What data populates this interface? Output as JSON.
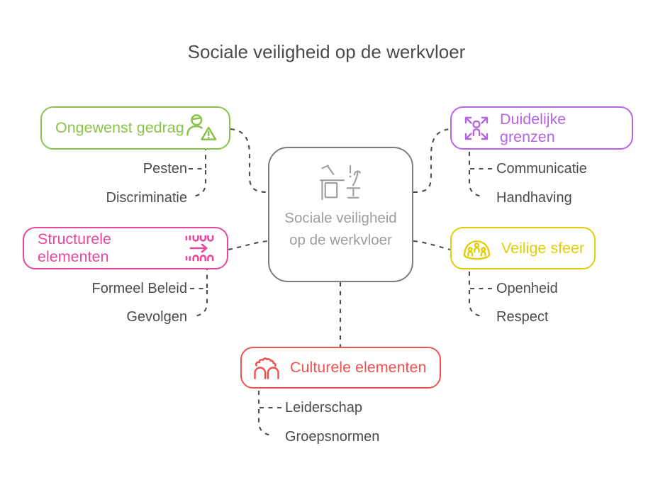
{
  "title": "Sociale veiligheid op de werkvloer",
  "palette": {
    "text_dark": "#4b4b4b",
    "connector": "#4d4d4d",
    "center_border": "#7d7d7d",
    "center_text": "#9e9e9e",
    "background": "#ffffff"
  },
  "center_node": {
    "label": "Sociale veiligheid op de werkvloer",
    "icon": "workplace-desk-chair-icon"
  },
  "branches": [
    {
      "label": "Ongewenst gedrag",
      "color": "#8bc34a",
      "icon": "person-warning-icon",
      "children": [
        "Pesten",
        "Discriminatie"
      ]
    },
    {
      "label": "Duidelijke grenzen",
      "color": "#b763e3",
      "icon": "person-expand-arrows-icon",
      "children": [
        "Communicatie",
        "Handhaving"
      ]
    },
    {
      "label": "Structurele elementen",
      "color": "#e8479b",
      "icon": "transformation-arrow-icon",
      "children": [
        "Formeel Beleid",
        "Gevolgen"
      ]
    },
    {
      "label": "Veilige sfeer",
      "color": "#e2ce04",
      "icon": "group-under-dome-icon",
      "children": [
        "Openheid",
        "Respect"
      ]
    },
    {
      "label": "Culturele elementen",
      "color": "#ef5350",
      "icon": "crowd-icon",
      "children": [
        "Leiderschap",
        "Groepsnormen"
      ]
    }
  ]
}
